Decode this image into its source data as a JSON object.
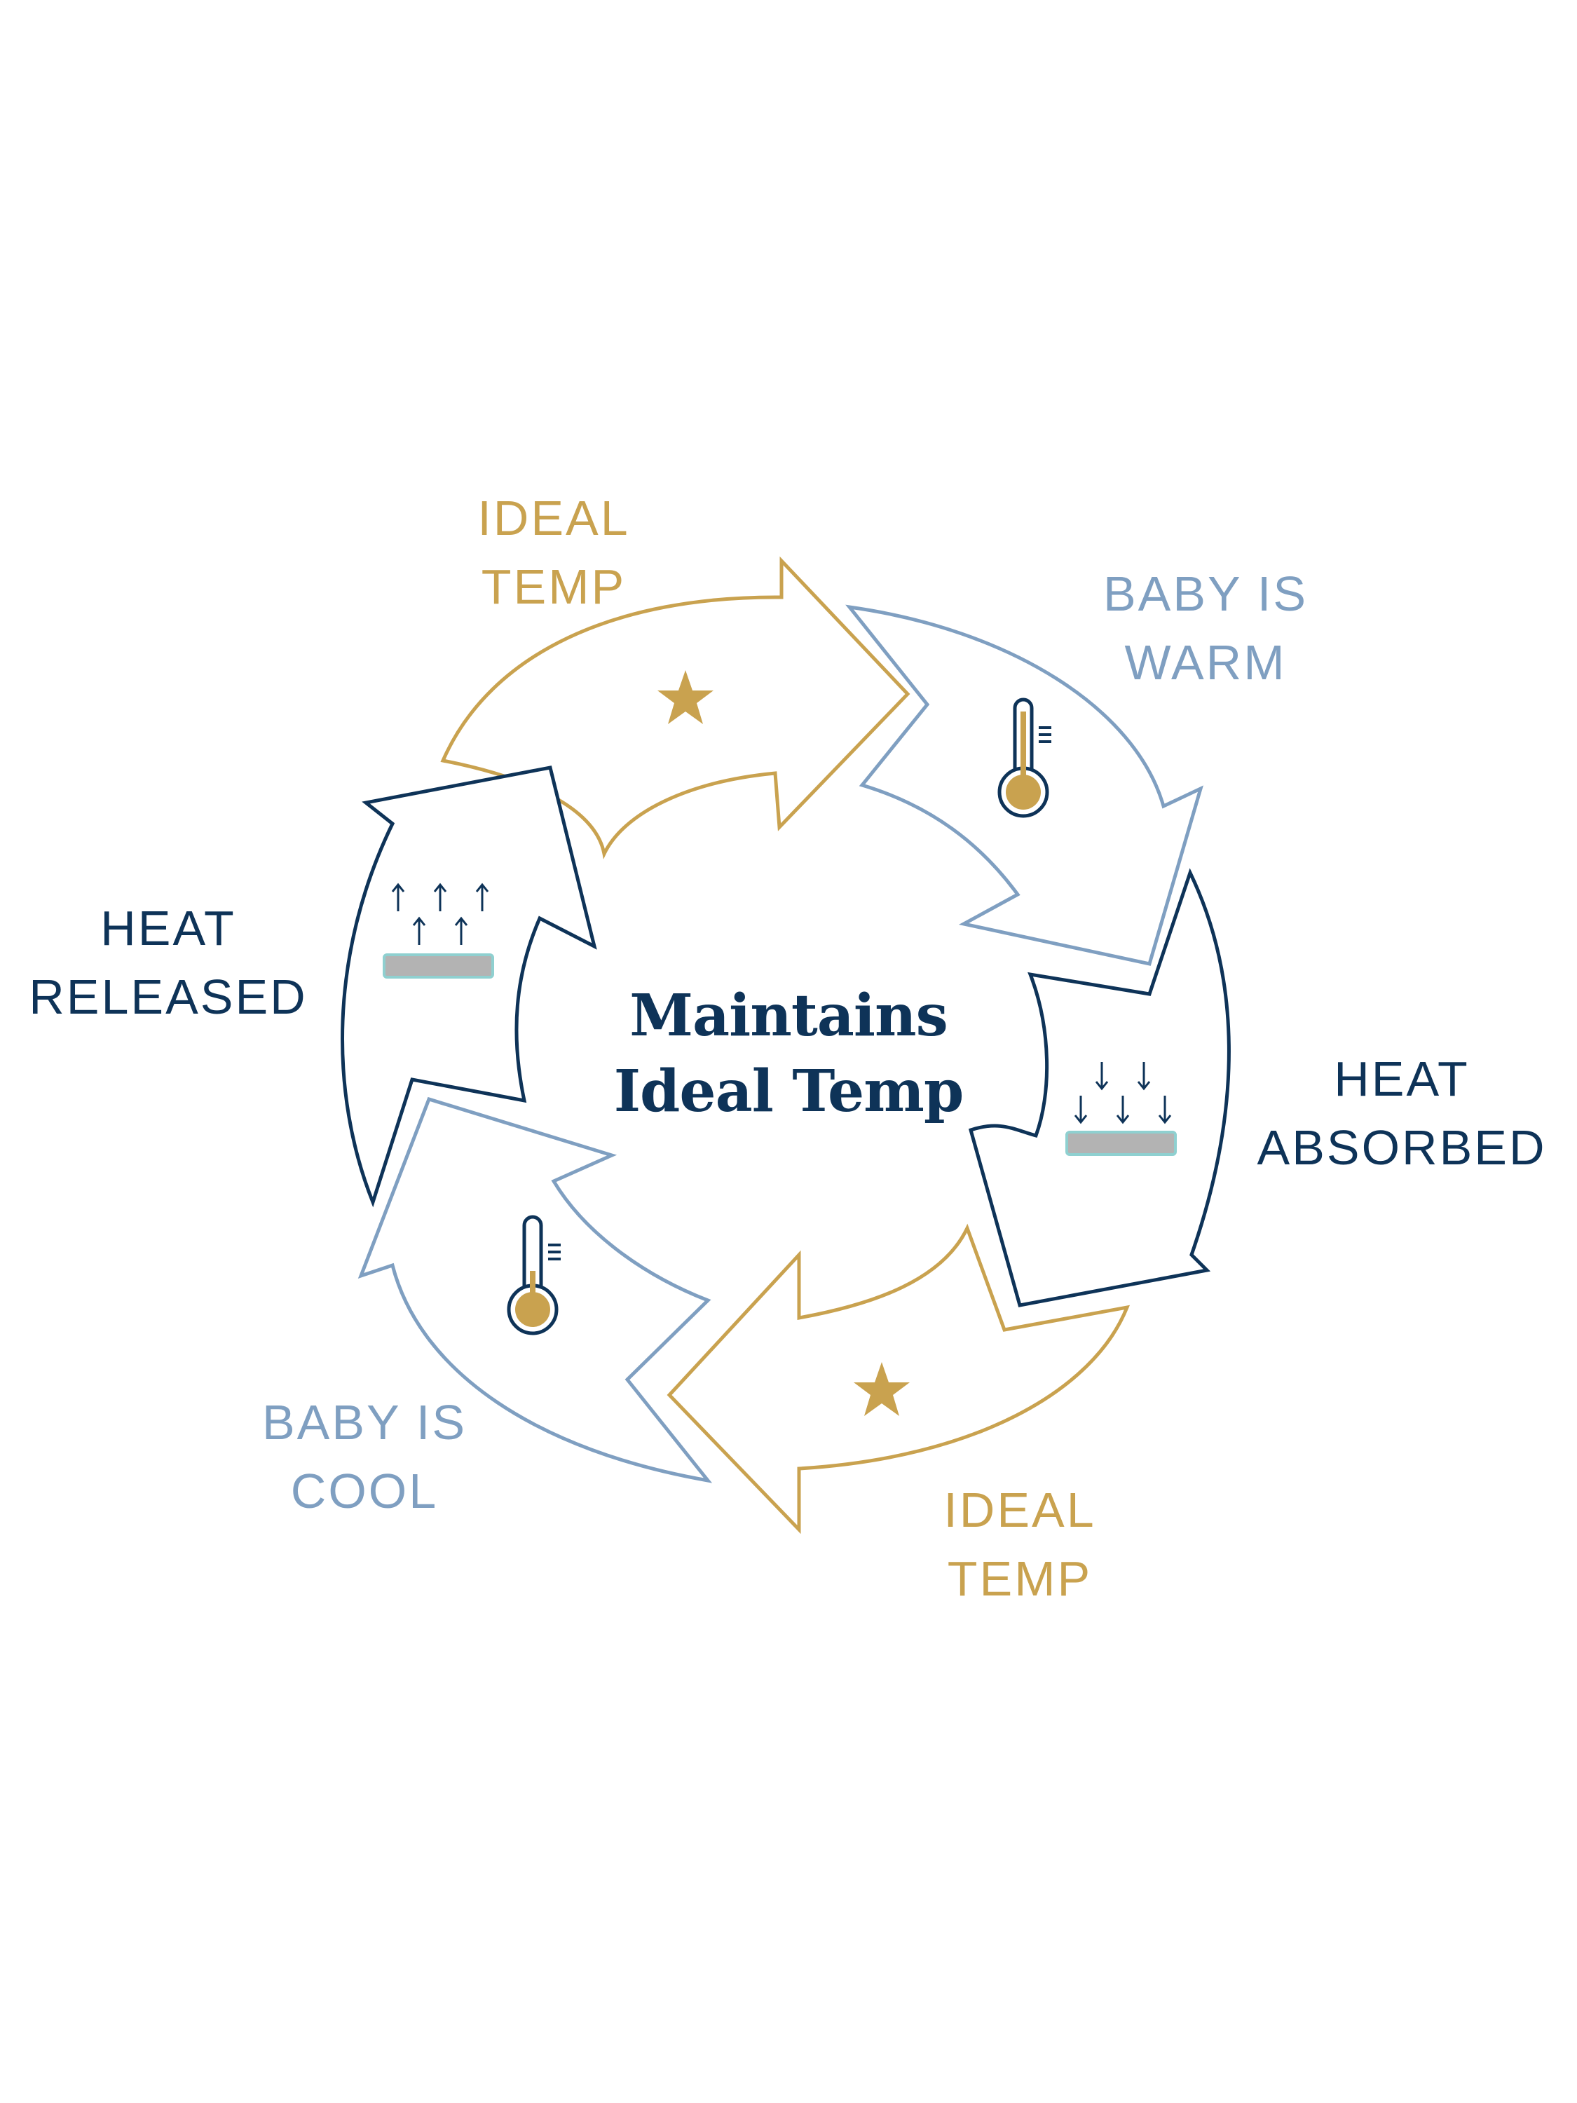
{
  "center": {
    "line1": "Maintains",
    "line2": "Ideal Temp"
  },
  "stages": [
    {
      "id": "ideal-temp-top",
      "line1": "IDEAL",
      "line2": "TEMP",
      "icon": "star-icon"
    },
    {
      "id": "baby-warm",
      "line1": "BABY IS",
      "line2": "WARM",
      "icon": "thermometer-icon"
    },
    {
      "id": "heat-absorbed",
      "line1": "HEAT",
      "line2": "ABSORBED",
      "icon": "heat-absorb-icon"
    },
    {
      "id": "ideal-temp-bottom",
      "line1": "IDEAL",
      "line2": "TEMP",
      "icon": "star-icon"
    },
    {
      "id": "baby-cool",
      "line1": "BABY IS",
      "line2": "COOL",
      "icon": "thermometer-icon"
    },
    {
      "id": "heat-released",
      "line1": "HEAT",
      "line2": "RELEASED",
      "icon": "heat-release-icon"
    }
  ],
  "colors": {
    "gold": "#c9a24f",
    "light_blue": "#7f9fc1",
    "navy": "#0e3358",
    "pad_gray": "#b3b3b3",
    "pad_teal": "#8fd0d0"
  }
}
